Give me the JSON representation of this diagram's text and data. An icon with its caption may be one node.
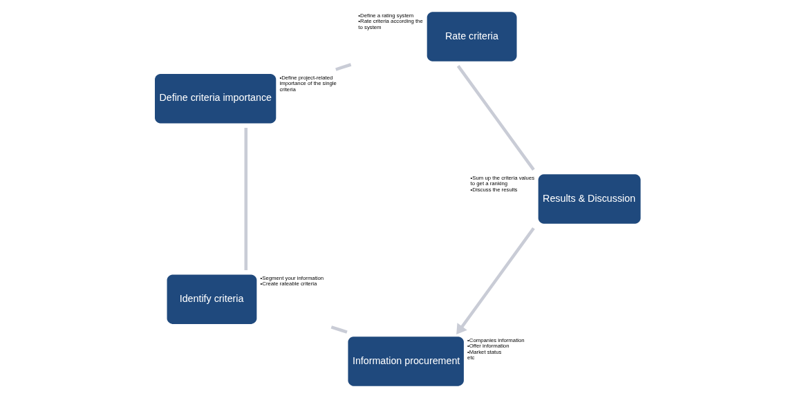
{
  "diagram": {
    "nodes": [
      {
        "text": [
          "Information procurement"
        ],
        "beside": [
          "•Companies information",
          "•Offer information",
          "•Market status",
          "etc"
        ]
      },
      {
        "text": [
          "Identify criteria"
        ],
        "beside": [
          "•Segment your information",
          "•Create rateable criteria"
        ]
      },
      {
        "text": [
          "Define criteria importance"
        ],
        "beside": [
          "•Define project-related importance of the single criteria"
        ]
      },
      {
        "text": [
          "Rate criteria"
        ],
        "beside": [
          "•Define a rating system",
          "•Rate criteria according the to system"
        ]
      },
      {
        "text": [
          "Results & Discussion"
        ],
        "beside": [
          "•Sum up the criteria values to get a ranking",
          "•Discuss the results"
        ]
      }
    ],
    "edges": [
      {
        "from": 0,
        "to": 1,
        "arrow": "none"
      },
      {
        "from": 1,
        "to": 2,
        "arrow": "none"
      },
      {
        "from": 2,
        "to": 3,
        "arrow": "none"
      },
      {
        "from": 3,
        "to": 4,
        "arrow": "none"
      },
      {
        "from": 4,
        "to": 0,
        "arrow": "to"
      }
    ]
  }
}
